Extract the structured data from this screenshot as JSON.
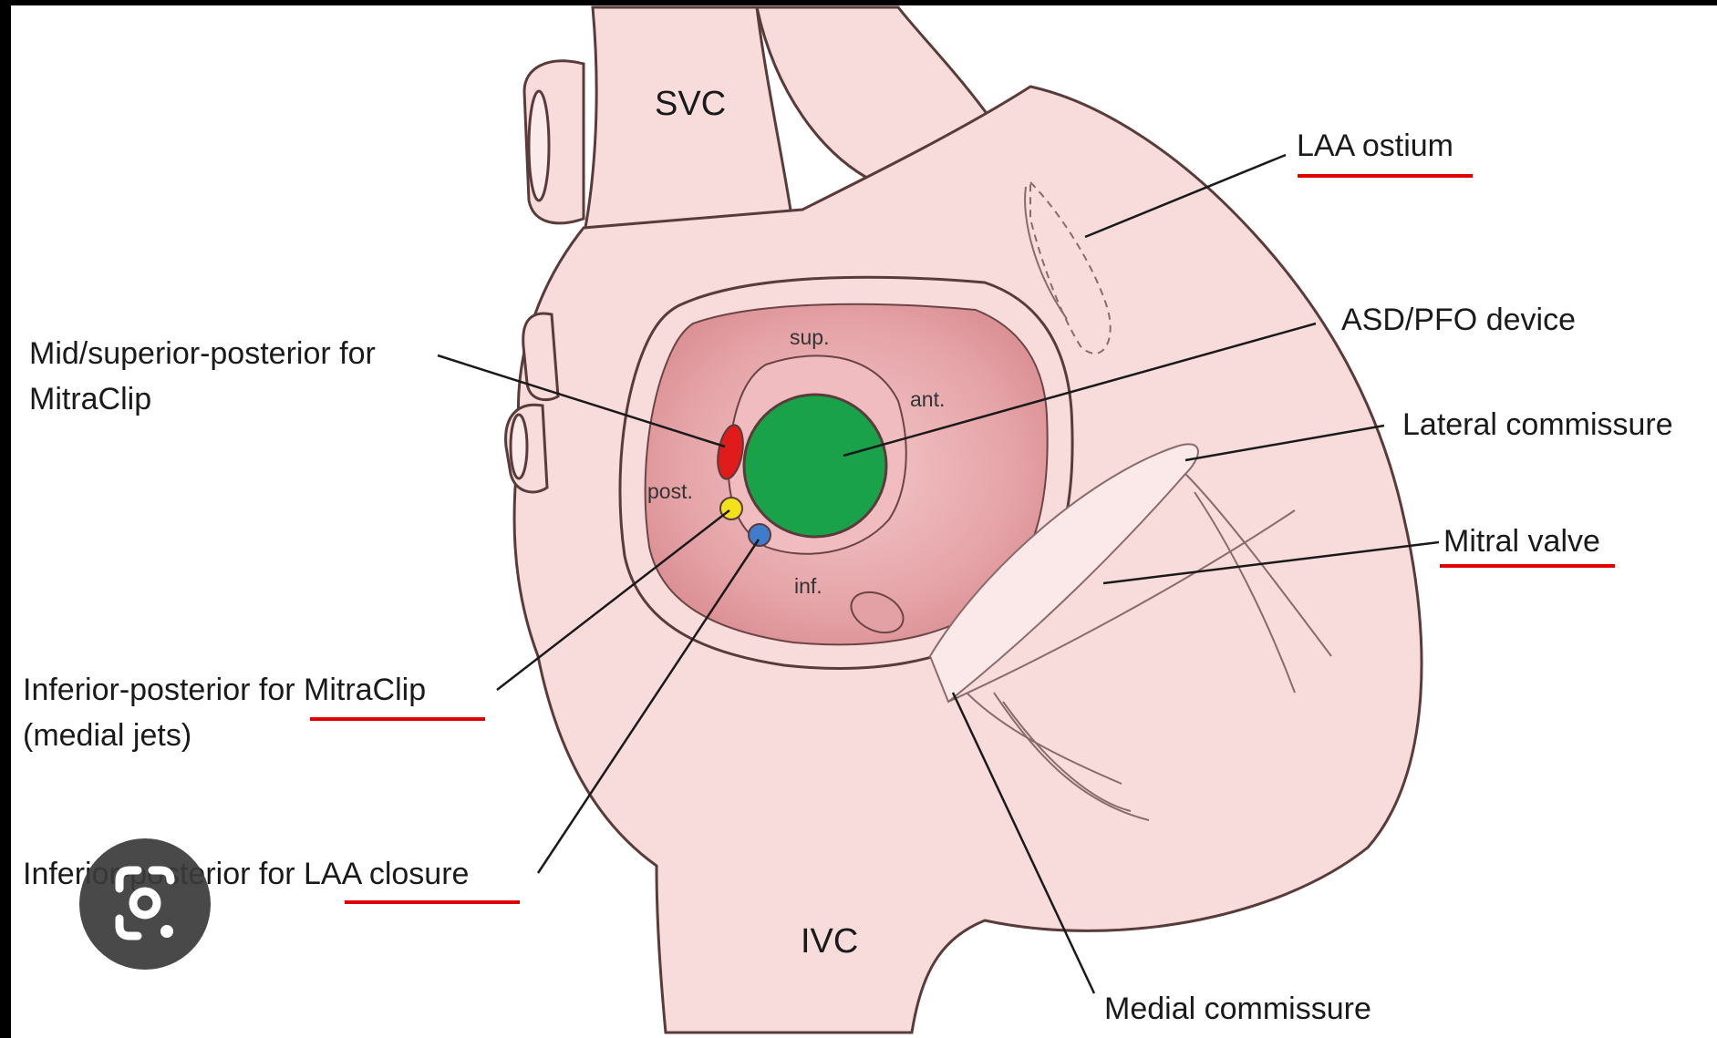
{
  "labels": {
    "svc": "SVC",
    "ivc": "IVC",
    "laa_ostium": "LAA ostium",
    "asd_pfo": "ASD/PFO device",
    "lateral_commissure": "Lateral commissure",
    "mitral_valve": "Mitral valve",
    "medial_commissure": "Medial commissure",
    "mid_superior_line1": "Mid/superior-posterior for",
    "mid_superior_line2": "MitraClip",
    "inf_post_mitra_prefix": "Inferior-posterior for ",
    "inf_post_mitra_term": "MitraClip",
    "inf_post_mitra_line2": "(medial jets)",
    "inf_post_laa_prefix": "Inferior-posterior for ",
    "inf_post_laa_term": "LAA closure",
    "septum_sup": "sup.",
    "septum_ant": "ant.",
    "septum_post": "post.",
    "septum_inf": "inf."
  },
  "colors": {
    "background": "#ffffff",
    "heart_fill": "#f8dcdc",
    "septum_fill": "#e9a7aa",
    "outline": "#5a3b3b",
    "device_green": "#1aa24a",
    "mitraclip_red": "#e01b1b",
    "yellow_site": "#f2e21a",
    "blue_site": "#3f7ccc",
    "underline": "#e00000",
    "lens_button": "#3a3a3a"
  },
  "icons": {
    "lens": "google-lens-icon"
  }
}
